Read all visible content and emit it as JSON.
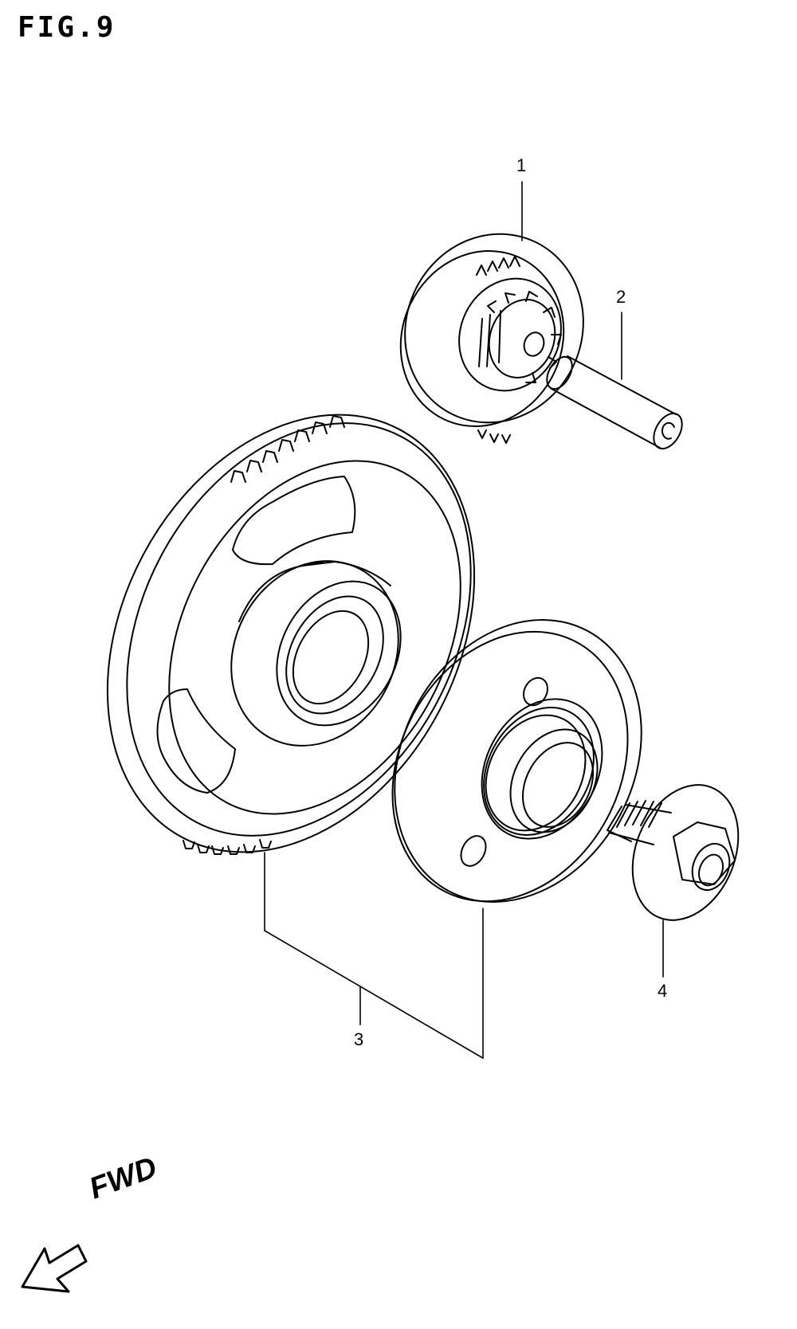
{
  "figure": {
    "title": "FIG.9"
  },
  "callouts": [
    {
      "id": "callout-1",
      "label": "1"
    },
    {
      "id": "callout-2",
      "label": "2"
    },
    {
      "id": "callout-3",
      "label": "3"
    },
    {
      "id": "callout-4",
      "label": "4"
    }
  ],
  "direction": {
    "label": "FWD"
  }
}
